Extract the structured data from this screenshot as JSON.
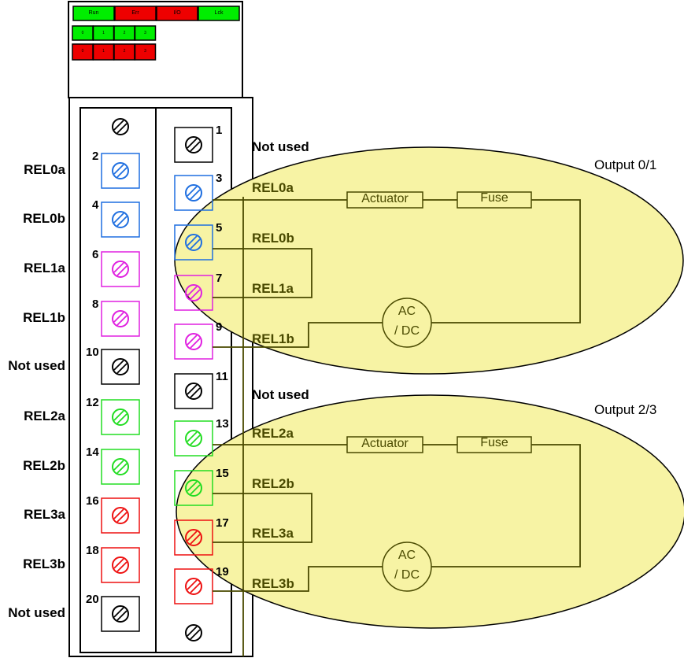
{
  "status_panel": {
    "indicators": [
      {
        "label": "Run",
        "color": "#00ee00"
      },
      {
        "label": "Err",
        "color": "#ee0000"
      },
      {
        "label": "I/O",
        "color": "#ee0000"
      },
      {
        "label": "Lck",
        "color": "#00ee00"
      }
    ],
    "green_leds": [
      "0",
      "1",
      "2",
      "3"
    ],
    "red_leds": [
      "0",
      "1",
      "2",
      "3"
    ]
  },
  "left_column": [
    {
      "label": "",
      "num": "",
      "color": "#000000"
    },
    {
      "label": "REL0a",
      "num": "2",
      "color": "#1f6fe0"
    },
    {
      "label": "REL0b",
      "num": "4",
      "color": "#1f6fe0"
    },
    {
      "label": "REL1a",
      "num": "6",
      "color": "#e020e0"
    },
    {
      "label": "REL1b",
      "num": "8",
      "color": "#e020e0"
    },
    {
      "label": "Not used",
      "num": "10",
      "color": "#000000"
    },
    {
      "label": "REL2a",
      "num": "12",
      "color": "#22dd22"
    },
    {
      "label": "REL2b",
      "num": "14",
      "color": "#22dd22"
    },
    {
      "label": "REL3a",
      "num": "16",
      "color": "#ee1111"
    },
    {
      "label": "REL3b",
      "num": "18",
      "color": "#ee1111"
    },
    {
      "label": "Not used",
      "num": "20",
      "color": "#000000"
    }
  ],
  "right_column": [
    {
      "label": "Not used",
      "num": "1",
      "color": "#000000"
    },
    {
      "label": "REL0a",
      "num": "3",
      "color": "#1f6fe0"
    },
    {
      "label": "REL0b",
      "num": "5",
      "color": "#1f6fe0"
    },
    {
      "label": "REL1a",
      "num": "7",
      "color": "#e020e0"
    },
    {
      "label": "REL1b",
      "num": "9",
      "color": "#e020e0"
    },
    {
      "label": "Not used",
      "num": "11",
      "color": "#000000"
    },
    {
      "label": "REL2a",
      "num": "13",
      "color": "#22dd22"
    },
    {
      "label": "REL2b",
      "num": "15",
      "color": "#22dd22"
    },
    {
      "label": "REL3a",
      "num": "17",
      "color": "#ee1111"
    },
    {
      "label": "REL3b",
      "num": "19",
      "color": "#ee1111"
    },
    {
      "label": "",
      "num": "",
      "color": "#000000"
    }
  ],
  "circuits": [
    {
      "title": "Output 0/1",
      "actuator": "Actuator",
      "fuse": "Fuse",
      "source_line1": "AC",
      "source_line2": "/ DC"
    },
    {
      "title": "Output 2/3",
      "actuator": "Actuator",
      "fuse": "Fuse",
      "source_line1": "AC",
      "source_line2": "/ DC"
    }
  ],
  "colors": {
    "ellipse_fill": "#f7f3a4",
    "ellipse_stroke": "#000000",
    "wire": "#4a4a00"
  }
}
